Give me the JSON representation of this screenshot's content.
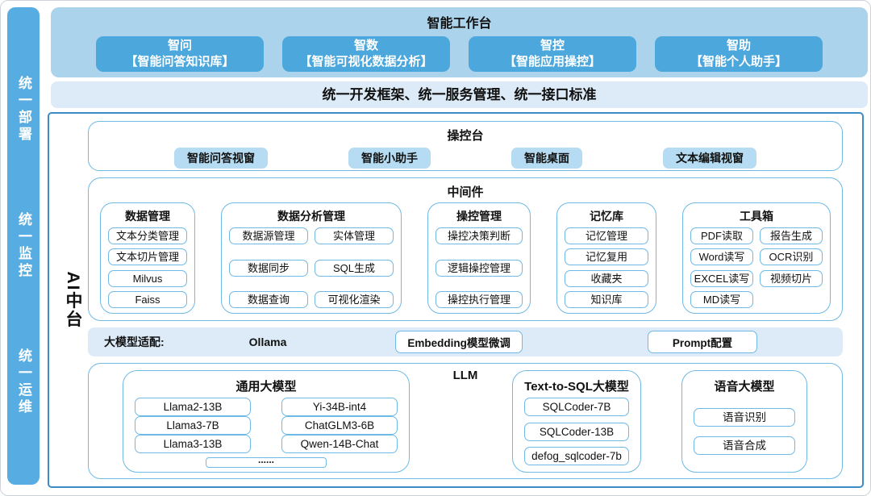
{
  "colors": {
    "sidebar-blue": "#57ADE1",
    "app-blue": "#4BA7DC",
    "panel-blue": "#ABD3EC",
    "bar-blue": "#DCEBF7",
    "chip-blue": "#B5DCF2",
    "border-light": "#6FB9E6",
    "border-dark": "#3E8CC7",
    "canvas-border": "#cdd3d8",
    "text-dark": "#111111"
  },
  "sidebar": {
    "items": [
      "统一部署",
      "统一监控",
      "统一运维"
    ]
  },
  "workbench": {
    "title": "智能工作台",
    "apps": [
      {
        "name": "智问",
        "subtitle": "【智能问答知识库】"
      },
      {
        "name": "智数",
        "subtitle": "【智能可视化数据分析】"
      },
      {
        "name": "智控",
        "subtitle": "【智能应用操控】"
      },
      {
        "name": "智助",
        "subtitle": "【智能个人助手】"
      }
    ]
  },
  "standards_bar": "统一开发框架、统一服务管理、统一接口标准",
  "platform": {
    "label": "AI中台",
    "console": {
      "title": "操控台",
      "items": [
        "智能问答视窗",
        "智能小助手",
        "智能桌面",
        "文本编辑视窗"
      ]
    },
    "middleware": {
      "title": "中间件",
      "data_mgmt": {
        "title": "数据管理",
        "items": [
          "文本分类管理",
          "文本切片管理",
          "Milvus",
          "Faiss"
        ]
      },
      "data_analysis": {
        "title": "数据分析管理",
        "items": [
          "数据源管理",
          "实体管理",
          "数据同步",
          "SQL生成",
          "数据查询",
          "可视化渲染"
        ]
      },
      "control_mgmt": {
        "title": "操控管理",
        "items": [
          "操控决策判断",
          "逻辑操控管理",
          "操控执行管理"
        ]
      },
      "memory": {
        "title": "记忆库",
        "items": [
          "记忆管理",
          "记忆复用",
          "收藏夹",
          "知识库"
        ]
      },
      "toolbox": {
        "title": "工具箱",
        "items": [
          "PDF读取",
          "报告生成",
          "Word读写",
          "OCR识别",
          "EXCEL读写",
          "视频切片",
          "MD读写"
        ]
      }
    },
    "adapter": {
      "label": "大模型适配:",
      "plain_item": "Ollama",
      "boxed_items": [
        "Embedding模型微调",
        "Prompt配置"
      ]
    },
    "llm": {
      "title": "LLM",
      "general": {
        "title": "通用大模型",
        "items": [
          "Llama2-13B",
          "Yi-34B-int4",
          "Llama3-7B",
          "ChatGLM3-6B",
          "Llama3-13B",
          "Qwen-14B-Chat"
        ],
        "more": "......"
      },
      "text_to_sql": {
        "title": "Text-to-SQL大模型",
        "items": [
          "SQLCoder-7B",
          "SQLCoder-13B",
          "defog_sqlcoder-7b"
        ]
      },
      "voice": {
        "title": "语音大模型",
        "items": [
          "语音识别",
          "语音合成"
        ]
      }
    }
  }
}
